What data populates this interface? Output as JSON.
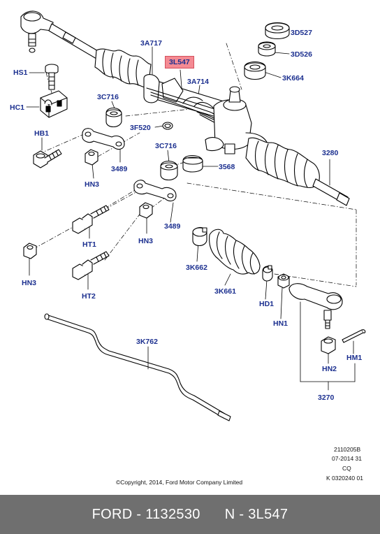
{
  "callouts": {
    "c3D527": "3D527",
    "c3D526": "3D526",
    "c3K664": "3K664",
    "c3A717": "3A717",
    "c3L547": "3L547",
    "c3A714": "3A714",
    "cHS1": "HS1",
    "cHC1": "HC1",
    "c3C716a": "3C716",
    "c3F520": "3F520",
    "cHB1": "HB1",
    "c3489a": "3489",
    "cHN3a": "HN3",
    "c3C716b": "3C716",
    "c3568": "3568",
    "c3280": "3280",
    "c3489b": "3489",
    "cHN3b": "HN3",
    "cHT1": "HT1",
    "cHN3c": "HN3",
    "cHT2": "HT2",
    "c3K662": "3K662",
    "c3K661": "3K661",
    "cHD1": "HD1",
    "cHN1": "HN1",
    "c3K762": "3K762",
    "cHN2": "HN2",
    "cHM1": "HM1",
    "c3270": "3270"
  },
  "meta": {
    "line1": "2110205B",
    "line2": "07-2014 31",
    "line3": "CQ",
    "line4": "K 0320240 01",
    "copyright": "©Copyright, 2014, Ford Motor Company Limited"
  },
  "footer": {
    "text": "FORD - 1132530      N - 3L547"
  },
  "colors": {
    "label": "#1b2f8f",
    "highlight": "#f48a93",
    "footer_bg": "#6f6f6f"
  }
}
